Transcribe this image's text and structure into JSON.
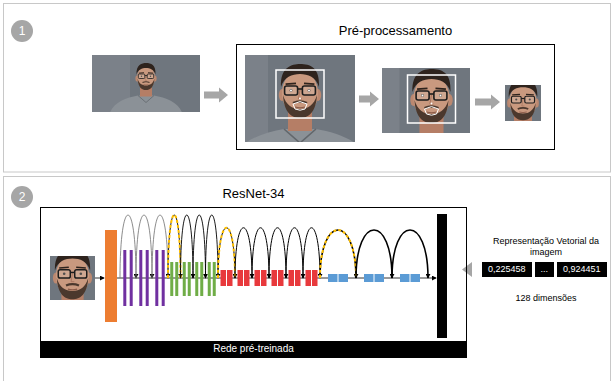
{
  "diagram": {
    "nodes": [
      {
        "text": [
          "1"
        ]
      },
      {
        "text": [
          "Pré-processamento"
        ]
      },
      {
        "text": [
          "2"
        ]
      },
      {
        "text": [
          "ResNet-34"
        ]
      },
      {
        "text": [
          "Rede pré-treinada"
        ],
        "in": 3
      },
      {
        "text": [
          "0,225458",
          "...",
          "0,924451"
        ]
      }
    ],
    "edges": [
      {
        "from": 3,
        "to": 5,
        "arrow": "to"
      }
    ],
    "labels": [
      "Representação Vetorial da imagem",
      "128 dimensões"
    ]
  }
}
